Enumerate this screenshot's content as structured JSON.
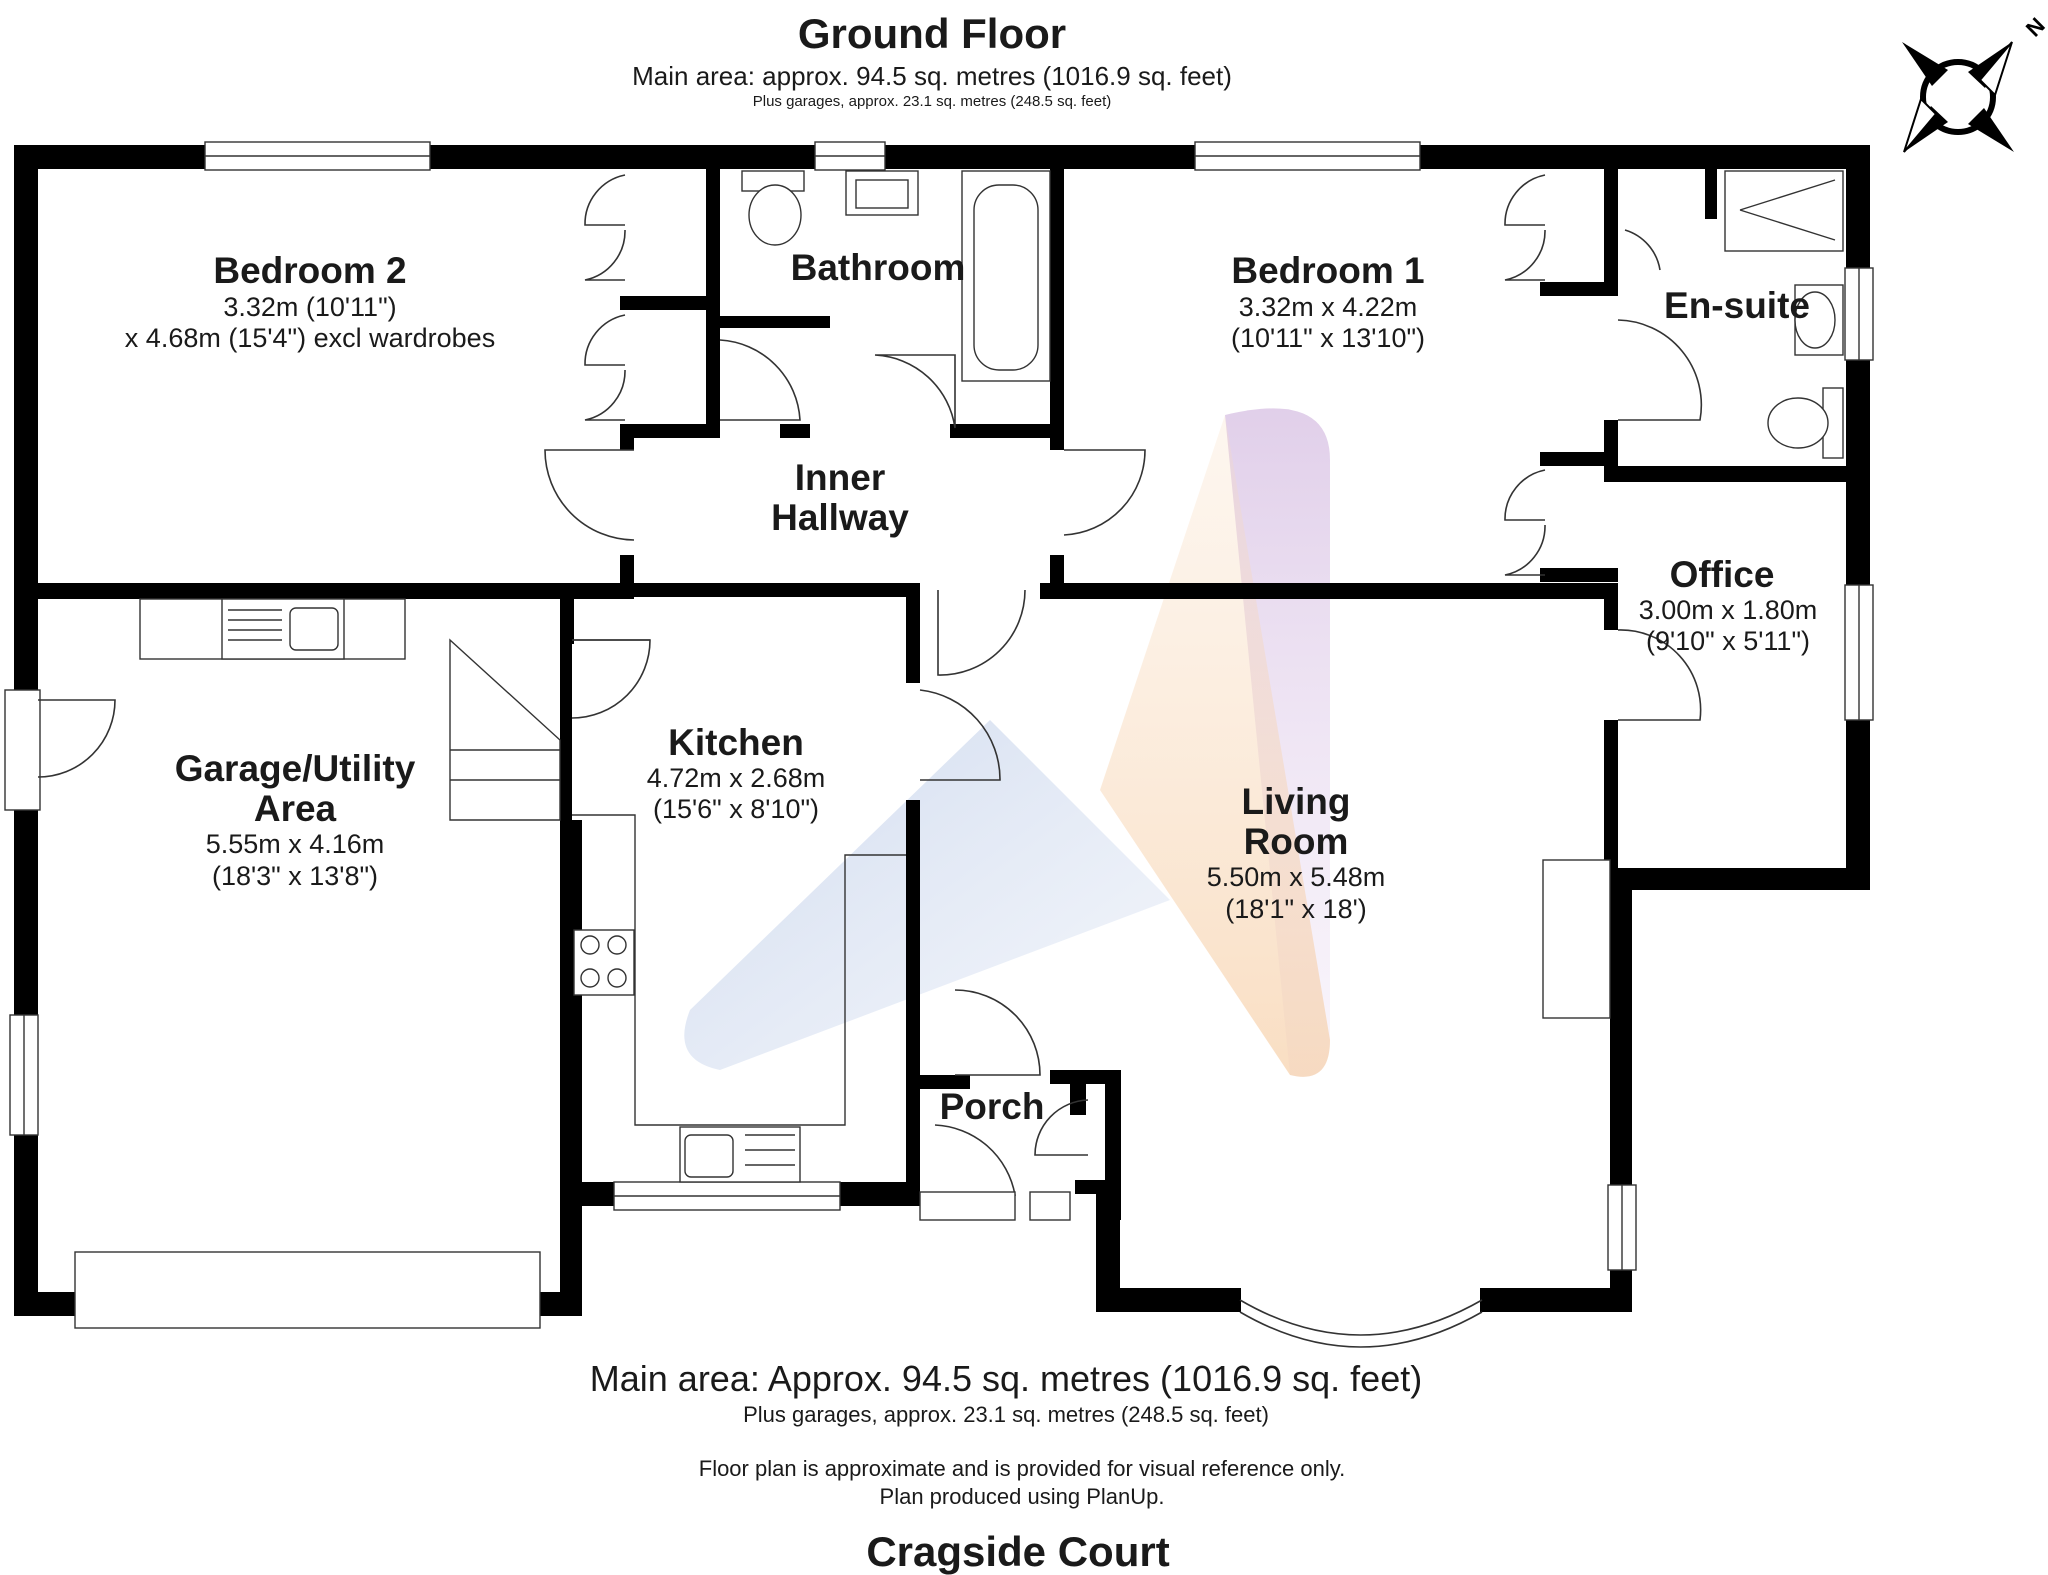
{
  "header": {
    "title": "Ground Floor",
    "main_area": "Main area: approx. 94.5 sq. metres (1016.9 sq. feet)",
    "garages": "Plus garages, approx. 23.1 sq. metres (248.5 sq. feet)"
  },
  "compass": {
    "letter": "N",
    "icon": "compass-icon"
  },
  "rooms": {
    "bedroom2": {
      "name": "Bedroom 2",
      "dim1": "3.32m (10'11\")",
      "dim2": "x 4.68m (15'4\") excl wardrobes"
    },
    "bathroom": {
      "name": "Bathroom"
    },
    "bedroom1": {
      "name": "Bedroom 1",
      "dim1": "3.32m x 4.22m",
      "dim2": "(10'11\" x 13'10\")"
    },
    "ensuite": {
      "name": "En-suite"
    },
    "inner_hallway": {
      "name1": "Inner",
      "name2": "Hallway"
    },
    "office": {
      "name": "Office",
      "dim1": "3.00m x 1.80m",
      "dim2": "(9'10\" x 5'11\")"
    },
    "garage": {
      "name1": "Garage/Utility",
      "name2": "Area",
      "dim1": "5.55m x 4.16m",
      "dim2": "(18'3\" x 13'8\")"
    },
    "kitchen": {
      "name": "Kitchen",
      "dim1": "4.72m x 2.68m",
      "dim2": "(15'6\" x 8'10\")"
    },
    "living": {
      "name1": "Living",
      "name2": "Room",
      "dim1": "5.50m x 5.48m",
      "dim2": "(18'1\" x 18')"
    },
    "porch": {
      "name": "Porch"
    }
  },
  "footer": {
    "main_area": "Main area: Approx. 94.5 sq. metres (1016.9 sq. feet)",
    "garages": "Plus garages, approx. 23.1 sq. metres (248.5 sq. feet)",
    "disclaimer": "Floor plan is approximate and is provided for visual reference only.",
    "produced": "Plan produced using PlanUp.",
    "property_name": "Cragside Court"
  },
  "colors": {
    "wall": "#000000",
    "watermark_purple": "#c8a8d8",
    "watermark_blue": "#a9bde0",
    "watermark_orange": "#f5c89a"
  }
}
